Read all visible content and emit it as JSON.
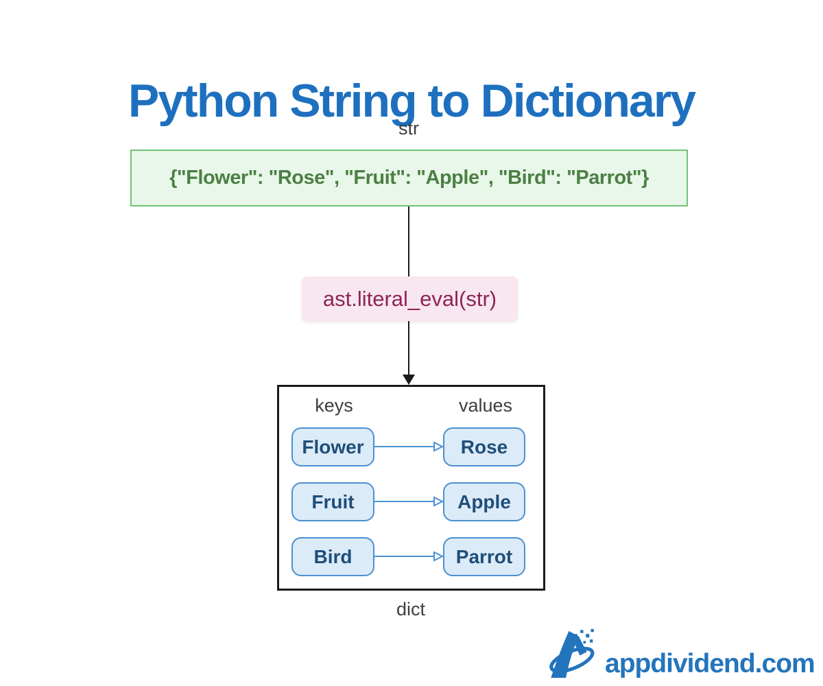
{
  "title": "Python String to Dictionary",
  "input": {
    "type_label": "str",
    "string_value": "{\"Flower\": \"Rose\", \"Fruit\": \"Apple\", \"Bird\": \"Parrot\"}"
  },
  "conversion": {
    "function_label": "ast.literal_eval(str)"
  },
  "output": {
    "type_label": "dict",
    "keys_header": "keys",
    "values_header": "values",
    "pairs": [
      {
        "key": "Flower",
        "value": "Rose"
      },
      {
        "key": "Fruit",
        "value": "Apple"
      },
      {
        "key": "Bird",
        "value": "Parrot"
      }
    ]
  },
  "branding": {
    "site_name": "appdividend.com",
    "logo_icon": "appdividend-a-logo"
  },
  "colors": {
    "title_blue": "#1E70BF",
    "string_box_bg": "#E8F7E9",
    "string_box_border": "#6FC276",
    "string_text_green": "#4C7F44",
    "function_box_bg": "#F8E7F0",
    "function_text_maroon": "#8E2457",
    "pair_box_bg": "#DCEBF8",
    "pair_box_border": "#4A90D2",
    "pair_text_blue": "#1F4E79",
    "label_gray": "#3E3E3E",
    "arrow_black": "#1A1A1A",
    "logo_blue": "#2374BC"
  }
}
